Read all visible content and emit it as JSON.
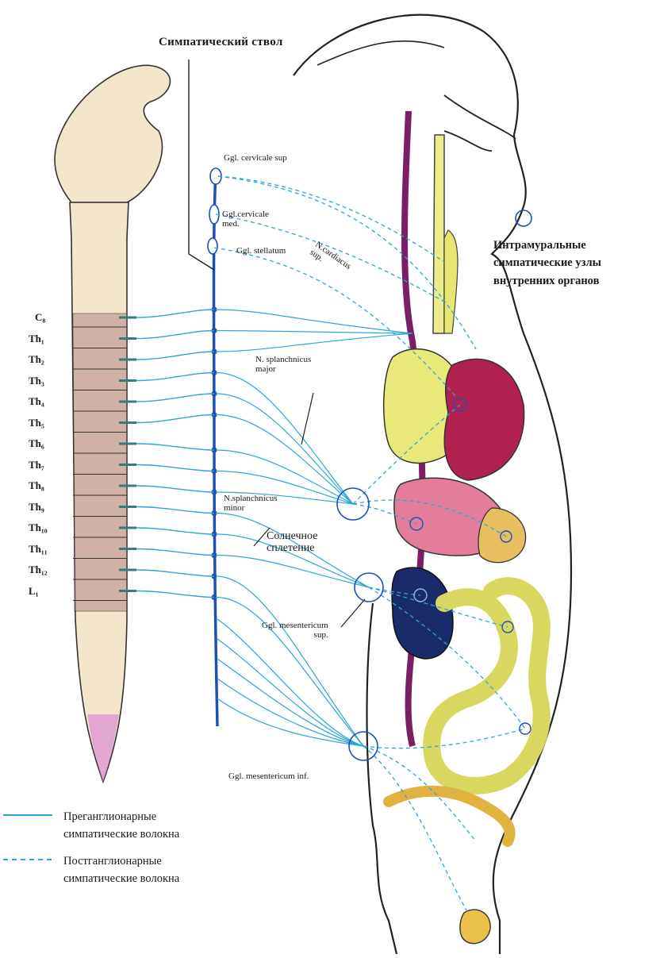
{
  "title": "Симпатический ствол",
  "ganglia": {
    "cervicale_sup": "Ggl. cervicale sup",
    "cervicale_med": "Ggl.cervicale\nmed.",
    "stellatum": "Ggl. stellatum",
    "n_cardiacus": "N.cardiacus\nsup.",
    "splanchnicus_major": "N. splanchnicus\nmajor",
    "splanchnicus_minor": "N.splanchnicus\nminor",
    "solar_plexus": "Солнечное\nсплетение",
    "mesentericum_sup": "Ggl. mesentericum\nsup.",
    "mesentericum_inf": "Ggl. mesentericum  inf."
  },
  "intramural": "Интрамуральные\nсимпатические узлы\nвнутренних органов",
  "segments": [
    "C₈",
    "Th₁",
    "Th₂",
    "Th₃",
    "Th₄",
    "Th₅",
    "Th₆",
    "Th₇",
    "Th₈",
    "Th₉",
    "Th₁₀",
    "Th₁₁",
    "Th₁₂",
    "L₁"
  ],
  "legend": [
    {
      "style": "solid",
      "label": "Преганглионарные\nсимпатические волокна"
    },
    {
      "style": "dashed",
      "label": "Постганглионарные\nсимпатические волокна"
    }
  ],
  "colors": {
    "fiber": "#2aa7d6",
    "trunk": "#1f4fb5",
    "organ_yellow": "#e9e97a",
    "heart": "#b1214f",
    "stomach": "#e47c9c",
    "kidney": "#1a2a6b",
    "aorta": "#7a1f66",
    "cord": "#f3e6cc"
  }
}
